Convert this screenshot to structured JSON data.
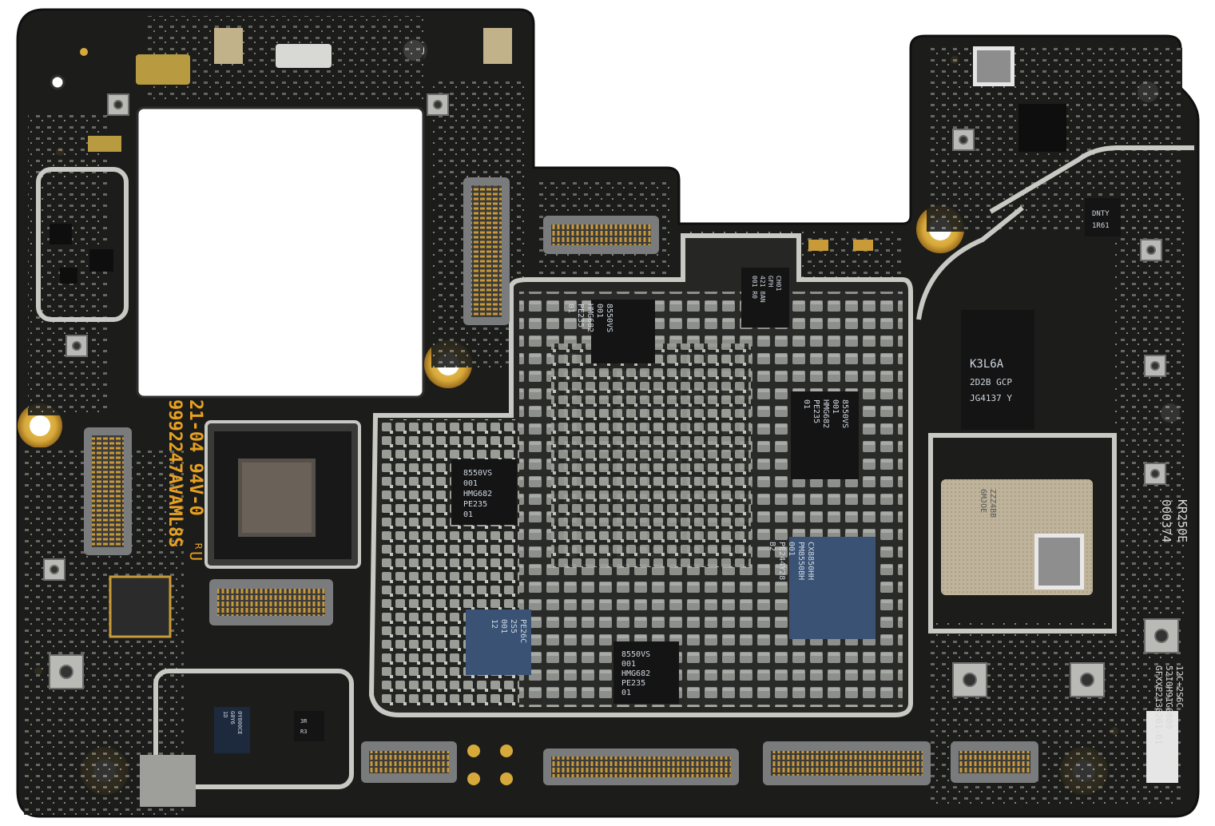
{
  "colors": {
    "pcb": "#1c1d1b",
    "pcb_edge": "#0f100f",
    "gold": "#d7a93a",
    "gold_dark": "#a9781f",
    "shield": "#c9c9c4",
    "chip": "#141414",
    "chip_blue": "#3a5375",
    "component_grey": "#8c8f8a",
    "silkscreen_orange": "#e8a020",
    "silkscreen_white": "#d8d8d8",
    "connector": "#6f7072"
  },
  "silkscreen": {
    "board_id_line1": "9992247AVAML8S",
    "board_id_line2": "21-04  94V-0",
    "board_id_mark": "ᴿU",
    "rev_label": "KR250E",
    "rev_code": "000374",
    "lot_line1": "12C+2S6C",
    "lot_line2": "5210H91G0800",
    "lot_line3": "GFXXE2130201-01"
  },
  "chips": {
    "memory_top": [
      "8550VS",
      "001",
      "HMG682",
      "PE235",
      "01"
    ],
    "memory_left": [
      "8550VS",
      "001",
      "HMG682",
      "PE235",
      "01"
    ],
    "memory_right": [
      "8550VS",
      "001",
      "HMG682",
      "PE235",
      "01"
    ],
    "memory_bottom": [
      "8550VS",
      "001",
      "HMG682",
      "PE235",
      "01"
    ],
    "pmic": [
      "CX8850HH",
      "PM8550BH",
      "001",
      "PE244Y28",
      "B2"
    ],
    "pmic_blue": [
      "PE26C",
      "2S5",
      "001",
      "12"
    ],
    "ufs": [
      "K3L6A",
      "2D2B GCP",
      "JG4137 Y"
    ],
    "small_top": [
      "CH01",
      "GFH",
      "421 8AN",
      "001 R0"
    ],
    "wifi_module": [
      "ZZZ4BB",
      "6MJOE"
    ],
    "small_right": [
      "DNTY",
      "1R61"
    ],
    "small_bottom_left": [
      "0Y800CE",
      "G0Y6",
      "1D"
    ],
    "small_bottom_right": [
      "3R",
      "R3"
    ]
  }
}
